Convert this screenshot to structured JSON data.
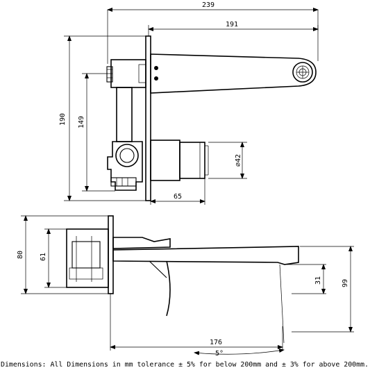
{
  "top_view": {
    "dimensions": {
      "overall_length": "239",
      "spout_length": "191",
      "overall_height": "190",
      "inlet_height": "149",
      "handle_diameter": "⌀42",
      "handle_projection": "65"
    }
  },
  "side_view": {
    "dimensions": {
      "plate_height": "80",
      "body_height": "61",
      "spout_projection": "176",
      "spout_drop": "31",
      "overall_depth": "99",
      "spout_angle": "5°"
    }
  },
  "footer": {
    "tolerance_note": "Dimensions: All Dimensions in mm tolerance ± 5% for below 200mm and ± 3% for above 200mm."
  }
}
